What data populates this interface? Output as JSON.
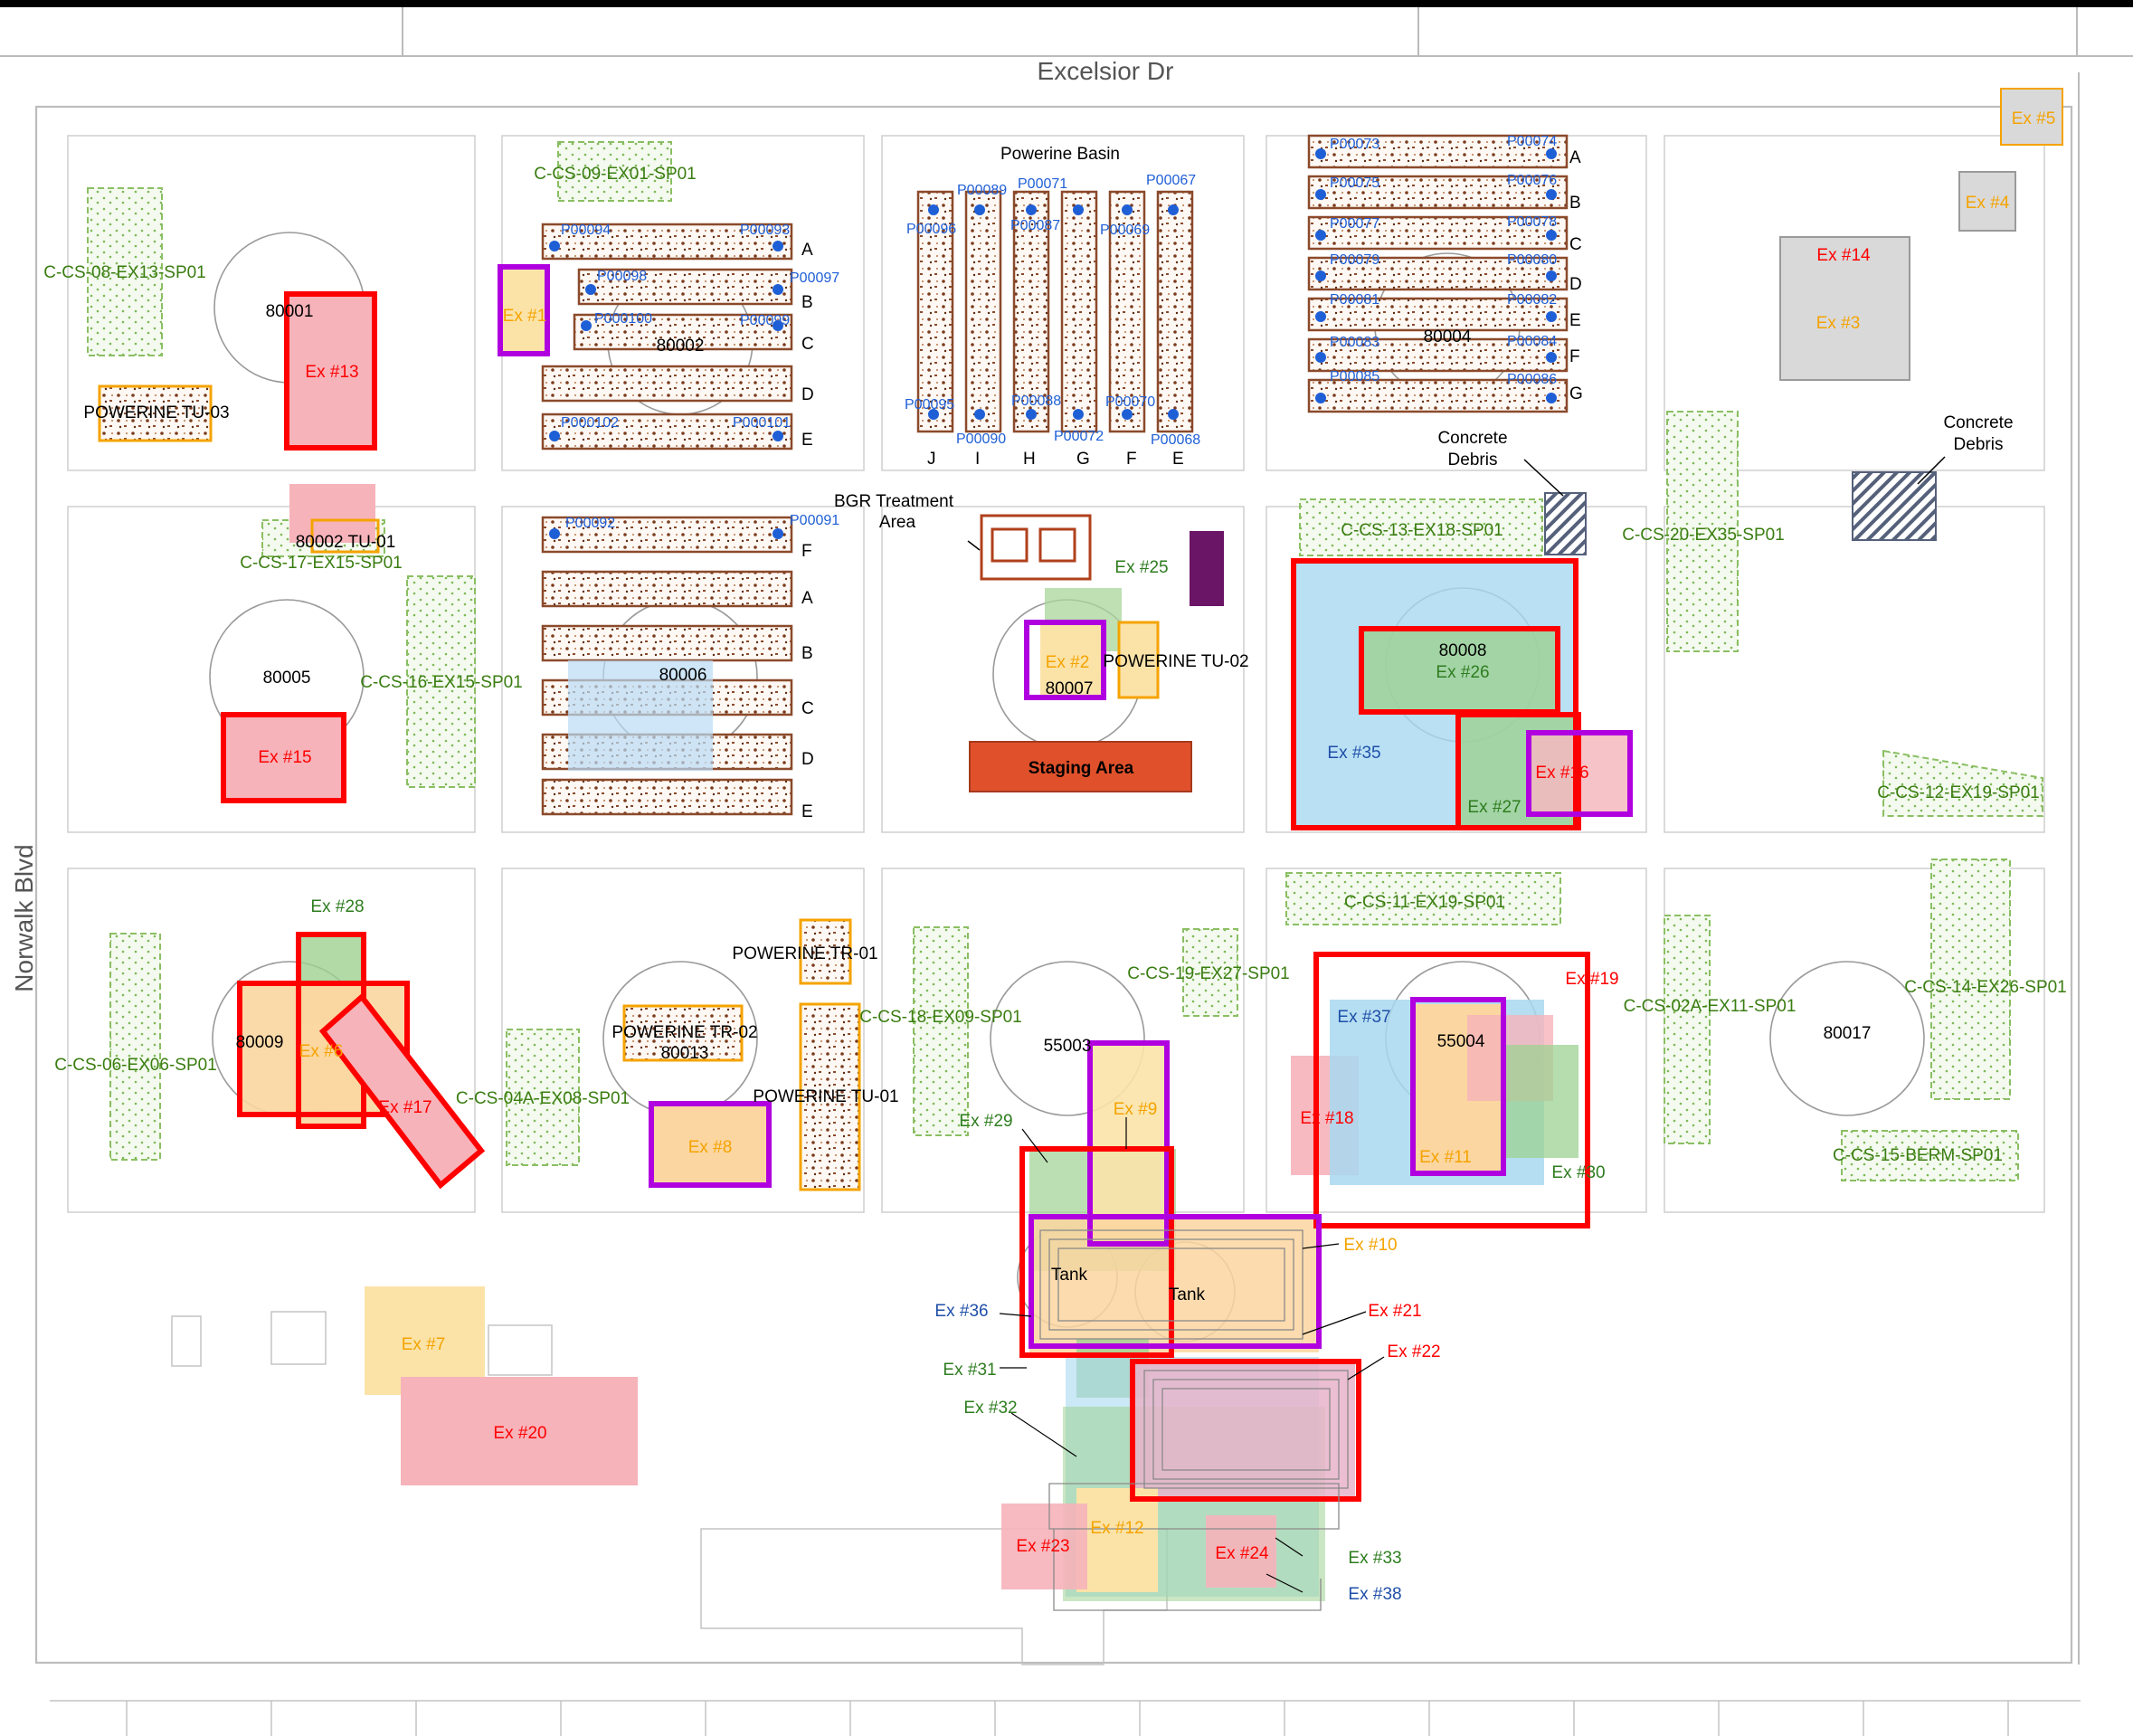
{
  "streets": {
    "north": "Excelsior Dr",
    "west": "Norwalk Blvd"
  },
  "area_labels": {
    "powerine_basin": "Powerine Basin",
    "bgr_treatment_1": "BGR Treatment",
    "bgr_treatment_2": "Area",
    "staging_area": "Staging Area",
    "concrete_debris_a_1": "Concrete",
    "concrete_debris_a_2": "Debris",
    "concrete_debris_b_1": "Concrete",
    "concrete_debris_b_2": "Debris"
  },
  "tank_labels": {
    "t80001": "80001",
    "t80002": "80002",
    "t80004": "80004",
    "t80005": "80005",
    "t80006": "80006",
    "t80007": "80007",
    "t80008": "80008",
    "t80009": "80009",
    "t80013": "80013",
    "t55003": "55003",
    "t55004": "55004",
    "t80017": "80017",
    "tank_a": "Tank",
    "tank_b": "Tank"
  },
  "treatment_units": {
    "tu03": "POWERINE TU-03",
    "tu01_80002": "80002 TU-01",
    "tu02": "POWERINE TU-02",
    "tr01": "POWERINE TR-01",
    "tr02": "POWERINE TR-02",
    "tu01": "POWERINE TU-01"
  },
  "stockpiles": {
    "sp_cs08": "C-CS-08-EX13-SP01",
    "sp_cs09": "C-CS-09-EX01-SP01",
    "sp_cs17": "C-CS-17-EX15-SP01",
    "sp_cs16": "C-CS-16-EX15-SP01",
    "sp_cs13": "C-CS-13-EX18-SP01",
    "sp_cs20": "C-CS-20-EX35-SP01",
    "sp_cs12": "C-CS-12-EX19-SP01",
    "sp_cs11": "C-CS-11-EX19-SP01",
    "sp_cs19": "C-CS-19-EX27-SP01",
    "sp_cs18": "C-CS-18-EX09-SP01",
    "sp_cs06": "C-CS-06-EX06-SP01",
    "sp_cs04a": "C-CS-04A-EX08-SP01",
    "sp_cs02a": "C-CS-02A-EX11-SP01",
    "sp_cs14": "C-CS-14-EX26-SP01",
    "sp_cs15": "C-CS-15-BERM-SP01"
  },
  "excavations": {
    "ex1": "Ex #1",
    "ex2": "Ex #2",
    "ex3": "Ex #3",
    "ex4": "Ex #4",
    "ex5": "Ex #5",
    "ex6": "Ex #6",
    "ex7": "Ex #7",
    "ex8": "Ex #8",
    "ex9": "Ex #9",
    "ex10": "Ex #10",
    "ex11": "Ex #11",
    "ex12": "Ex #12",
    "ex13": "Ex #13",
    "ex14": "Ex #14",
    "ex15": "Ex #15",
    "ex16": "Ex #16",
    "ex17": "Ex #17",
    "ex18": "Ex #18",
    "ex19": "Ex #19",
    "ex20": "Ex #20",
    "ex21": "Ex #21",
    "ex22": "Ex #22",
    "ex23": "Ex #23",
    "ex24": "Ex #24",
    "ex25": "Ex #25",
    "ex26": "Ex #26",
    "ex27": "Ex #27",
    "ex28": "Ex #28",
    "ex29": "Ex #29",
    "ex30": "Ex #30",
    "ex31": "Ex #31",
    "ex32": "Ex #32",
    "ex33": "Ex #33",
    "ex35": "Ex #35",
    "ex36": "Ex #36",
    "ex37": "Ex #37",
    "ex38": "Ex #38"
  },
  "wells": {
    "p73": "P00073",
    "p74": "P00074",
    "p75": "P00075",
    "p76": "P00076",
    "p77": "P00077",
    "p78": "P00078",
    "p79": "P00079",
    "p80": "P00080",
    "p81": "P00081",
    "p82": "P00082",
    "p83": "P00083",
    "p84": "P00084",
    "p85": "P00085",
    "p86": "P00086",
    "p67": "P00067",
    "p68": "P00068",
    "p69": "P00069",
    "p70": "P00070",
    "p71": "P00071",
    "p72": "P00072",
    "p87": "P00087",
    "p88": "P00088",
    "p89": "P00089",
    "p90": "P00090",
    "p91": "P00091",
    "p92": "P00092",
    "p93": "P00093",
    "p94": "P00094",
    "p95": "P00095",
    "p96": "P00096",
    "p97": "P00097",
    "p98": "P00098",
    "p99": "P00099",
    "p100": "P000100",
    "p101": "P000101",
    "p102": "P000102"
  },
  "row_letters": {
    "A": "A",
    "B": "B",
    "C": "C",
    "D": "D",
    "E": "E",
    "F": "F",
    "G": "G",
    "H": "H",
    "I": "I",
    "J": "J"
  },
  "legend_colors": {
    "red_excavation": "#ff0000",
    "magenta_excavation": "#b000e0",
    "orange_excavation": "#f5a300",
    "green_excavation": "#2e7d1f",
    "blue_excavation": "#1f4fa8",
    "well_marker": "#1f5fd6",
    "staging_area": "#e0512b"
  }
}
